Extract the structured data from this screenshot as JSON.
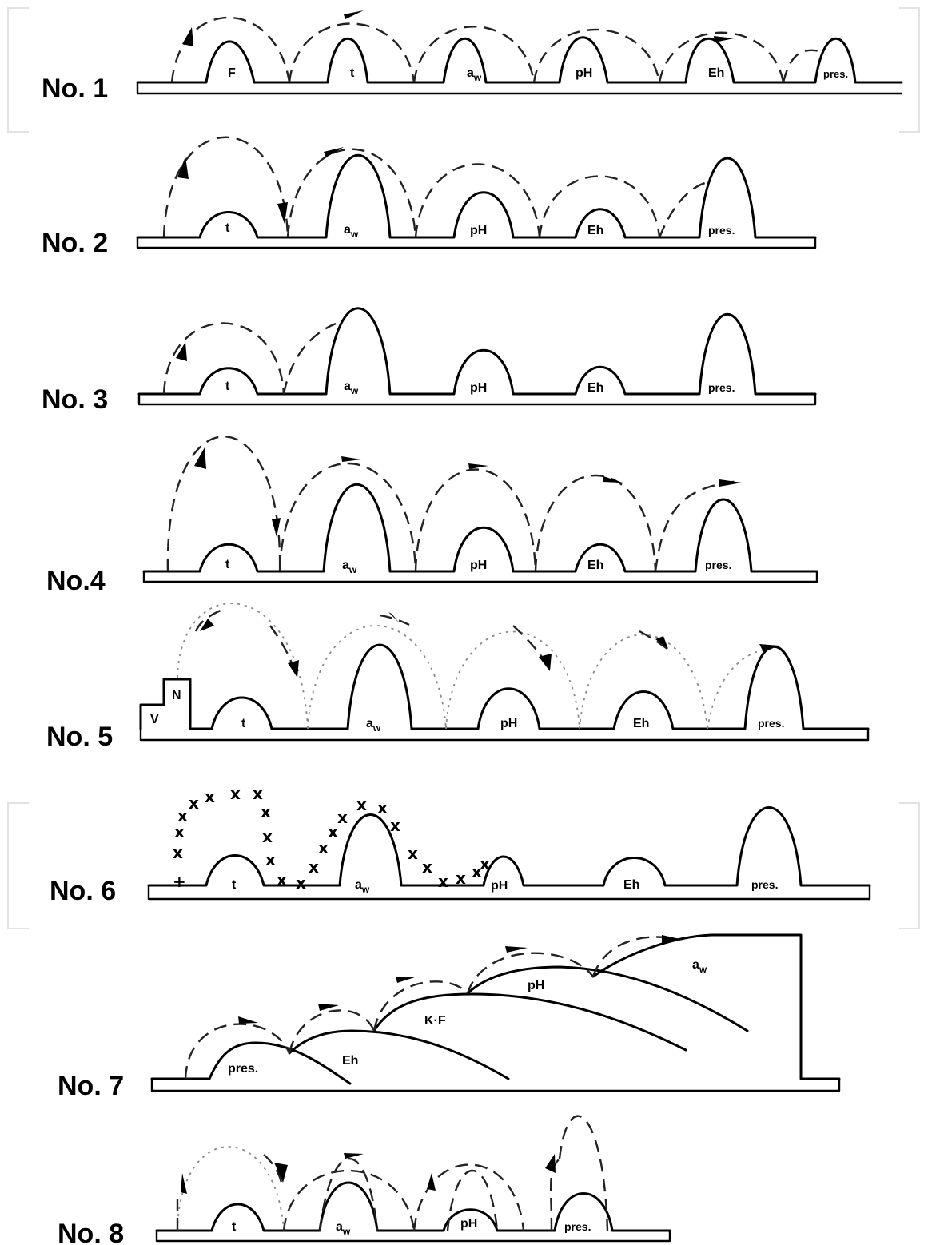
{
  "rows": [
    {
      "id": "1",
      "label": "No. 1",
      "hurdles": [
        "F",
        "t",
        "a_w",
        "pH",
        "Eh",
        "pres."
      ]
    },
    {
      "id": "2",
      "label": "No. 2",
      "hurdles": [
        "t",
        "a_w",
        "pH",
        "Eh",
        "pres."
      ]
    },
    {
      "id": "3",
      "label": "No. 3",
      "hurdles": [
        "t",
        "a_w",
        "pH",
        "Eh",
        "pres."
      ]
    },
    {
      "id": "4",
      "label": "No.4",
      "hurdles": [
        "t",
        "a_w",
        "pH",
        "Eh",
        "pres."
      ]
    },
    {
      "id": "5",
      "label": "No. 5",
      "hurdles": [
        "V",
        "N",
        "t",
        "a_w",
        "pH",
        "Eh",
        "pres."
      ]
    },
    {
      "id": "6",
      "label": "No. 6",
      "hurdles": [
        "t",
        "a_w",
        "pH",
        "Eh",
        "pres."
      ]
    },
    {
      "id": "7",
      "label": "No. 7",
      "hurdles": [
        "pres.",
        "Eh",
        "K-F",
        "pH",
        "a_w"
      ]
    },
    {
      "id": "8",
      "label": "No. 8",
      "hurdles": [
        "t",
        "a_w",
        "pH",
        "pres."
      ]
    }
  ],
  "labels": {
    "r1": {
      "title": "No. 1",
      "F": "F",
      "t": "t",
      "a": "a",
      "w": "w",
      "pH": "pH",
      "Eh": "Eh",
      "pres": "pres."
    },
    "r2": {
      "title": "No. 2",
      "t": "t",
      "a": "a",
      "w": "w",
      "pH": "pH",
      "Eh": "Eh",
      "pres": "pres."
    },
    "r3": {
      "title": "No. 3",
      "t": "t",
      "a": "a",
      "w": "w",
      "pH": "pH",
      "Eh": "Eh",
      "pres": "pres."
    },
    "r4": {
      "title": "No.4",
      "t": "t",
      "a": "a",
      "w": "w",
      "pH": "pH",
      "Eh": "Eh",
      "pres": "pres."
    },
    "r5": {
      "title": "No. 5",
      "V": "V",
      "N": "N",
      "t": "t",
      "a": "a",
      "w": "w",
      "pH": "pH",
      "Eh": "Eh",
      "pres": "pres."
    },
    "r6": {
      "title": "No. 6",
      "t": "t",
      "a": "a",
      "w": "w",
      "pH": "pH",
      "Eh": "Eh",
      "pres": "pres."
    },
    "r7": {
      "title": "No. 7",
      "pres": "pres.",
      "Eh": "Eh",
      "KF": "K·F",
      "pH": "pH",
      "a": "a",
      "w": "w"
    },
    "r8": {
      "title": "No. 8",
      "t": "t",
      "a": "a",
      "w": "w",
      "pH": "pH",
      "pres": "pres."
    }
  },
  "colors": {
    "ink": "#000000",
    "background": "#ffffff"
  }
}
